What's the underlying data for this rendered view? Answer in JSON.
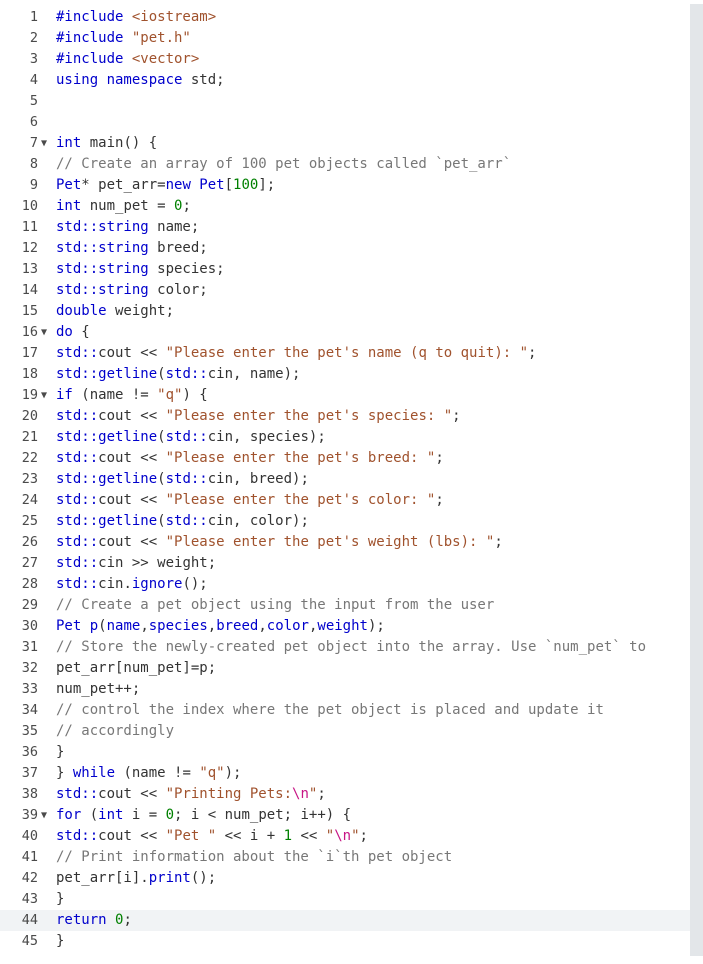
{
  "editor": {
    "active_line": 44,
    "lines": [
      {
        "n": "1",
        "fold": false,
        "tokens": [
          {
            "t": "pp",
            "v": "#include "
          },
          {
            "t": "str",
            "v": "<iostream>"
          }
        ]
      },
      {
        "n": "2",
        "fold": false,
        "tokens": [
          {
            "t": "pp",
            "v": "#include "
          },
          {
            "t": "str",
            "v": "\"pet.h\""
          }
        ]
      },
      {
        "n": "3",
        "fold": false,
        "tokens": [
          {
            "t": "pp",
            "v": "#include "
          },
          {
            "t": "str",
            "v": "<vector>"
          }
        ]
      },
      {
        "n": "4",
        "fold": false,
        "tokens": [
          {
            "t": "kw",
            "v": "using namespace"
          },
          {
            "t": "p",
            "v": " std;"
          }
        ]
      },
      {
        "n": "5",
        "fold": false,
        "tokens": []
      },
      {
        "n": "6",
        "fold": false,
        "tokens": []
      },
      {
        "n": "7",
        "fold": true,
        "tokens": [
          {
            "t": "kw",
            "v": "int"
          },
          {
            "t": "p",
            "v": " main() {"
          }
        ]
      },
      {
        "n": "8",
        "fold": false,
        "tokens": [
          {
            "t": "cm",
            "v": "// Create an array of 100 pet objects called `pet_arr`"
          }
        ]
      },
      {
        "n": "9",
        "fold": false,
        "tokens": [
          {
            "t": "kw",
            "v": "Pet"
          },
          {
            "t": "p",
            "v": "* pet_arr="
          },
          {
            "t": "kw",
            "v": "new Pet"
          },
          {
            "t": "p",
            "v": "["
          },
          {
            "t": "num",
            "v": "100"
          },
          {
            "t": "p",
            "v": "];"
          }
        ]
      },
      {
        "n": "10",
        "fold": false,
        "tokens": [
          {
            "t": "kw",
            "v": "int"
          },
          {
            "t": "p",
            "v": " num_pet = "
          },
          {
            "t": "num",
            "v": "0"
          },
          {
            "t": "p",
            "v": ";"
          }
        ]
      },
      {
        "n": "11",
        "fold": false,
        "tokens": [
          {
            "t": "kw",
            "v": "std::string"
          },
          {
            "t": "p",
            "v": " name;"
          }
        ]
      },
      {
        "n": "12",
        "fold": false,
        "tokens": [
          {
            "t": "kw",
            "v": "std::string"
          },
          {
            "t": "p",
            "v": " breed;"
          }
        ]
      },
      {
        "n": "13",
        "fold": false,
        "tokens": [
          {
            "t": "kw",
            "v": "std::string"
          },
          {
            "t": "p",
            "v": " species;"
          }
        ]
      },
      {
        "n": "14",
        "fold": false,
        "tokens": [
          {
            "t": "kw",
            "v": "std::string"
          },
          {
            "t": "p",
            "v": " color;"
          }
        ]
      },
      {
        "n": "15",
        "fold": false,
        "tokens": [
          {
            "t": "kw",
            "v": "double"
          },
          {
            "t": "p",
            "v": " weight;"
          }
        ]
      },
      {
        "n": "16",
        "fold": true,
        "tokens": [
          {
            "t": "kw",
            "v": "do"
          },
          {
            "t": "p",
            "v": " {"
          }
        ]
      },
      {
        "n": "17",
        "fold": false,
        "tokens": [
          {
            "t": "kw",
            "v": "std::"
          },
          {
            "t": "p",
            "v": "cout << "
          },
          {
            "t": "str",
            "v": "\"Please enter the pet's name (q to quit): \""
          },
          {
            "t": "p",
            "v": ";"
          }
        ]
      },
      {
        "n": "18",
        "fold": false,
        "tokens": [
          {
            "t": "kw",
            "v": "std::getline"
          },
          {
            "t": "p",
            "v": "("
          },
          {
            "t": "kw",
            "v": "std::"
          },
          {
            "t": "p",
            "v": "cin, name);"
          }
        ]
      },
      {
        "n": "19",
        "fold": true,
        "tokens": [
          {
            "t": "kw",
            "v": "if"
          },
          {
            "t": "p",
            "v": " (name != "
          },
          {
            "t": "str",
            "v": "\"q\""
          },
          {
            "t": "p",
            "v": ") {"
          }
        ]
      },
      {
        "n": "20",
        "fold": false,
        "tokens": [
          {
            "t": "kw",
            "v": "std::"
          },
          {
            "t": "p",
            "v": "cout << "
          },
          {
            "t": "str",
            "v": "\"Please enter the pet's species: \""
          },
          {
            "t": "p",
            "v": ";"
          }
        ]
      },
      {
        "n": "21",
        "fold": false,
        "tokens": [
          {
            "t": "kw",
            "v": "std::getline"
          },
          {
            "t": "p",
            "v": "("
          },
          {
            "t": "kw",
            "v": "std::"
          },
          {
            "t": "p",
            "v": "cin, species);"
          }
        ]
      },
      {
        "n": "22",
        "fold": false,
        "tokens": [
          {
            "t": "kw",
            "v": "std::"
          },
          {
            "t": "p",
            "v": "cout << "
          },
          {
            "t": "str",
            "v": "\"Please enter the pet's breed: \""
          },
          {
            "t": "p",
            "v": ";"
          }
        ]
      },
      {
        "n": "23",
        "fold": false,
        "tokens": [
          {
            "t": "kw",
            "v": "std::getline"
          },
          {
            "t": "p",
            "v": "("
          },
          {
            "t": "kw",
            "v": "std::"
          },
          {
            "t": "p",
            "v": "cin, breed);"
          }
        ]
      },
      {
        "n": "24",
        "fold": false,
        "tokens": [
          {
            "t": "kw",
            "v": "std::"
          },
          {
            "t": "p",
            "v": "cout << "
          },
          {
            "t": "str",
            "v": "\"Please enter the pet's color: \""
          },
          {
            "t": "p",
            "v": ";"
          }
        ]
      },
      {
        "n": "25",
        "fold": false,
        "tokens": [
          {
            "t": "kw",
            "v": "std::getline"
          },
          {
            "t": "p",
            "v": "("
          },
          {
            "t": "kw",
            "v": "std::"
          },
          {
            "t": "p",
            "v": "cin, color);"
          }
        ]
      },
      {
        "n": "26",
        "fold": false,
        "tokens": [
          {
            "t": "kw",
            "v": "std::"
          },
          {
            "t": "p",
            "v": "cout << "
          },
          {
            "t": "str",
            "v": "\"Please enter the pet's weight (lbs): \""
          },
          {
            "t": "p",
            "v": ";"
          }
        ]
      },
      {
        "n": "27",
        "fold": false,
        "tokens": [
          {
            "t": "kw",
            "v": "std::"
          },
          {
            "t": "p",
            "v": "cin >> weight;"
          }
        ]
      },
      {
        "n": "28",
        "fold": false,
        "tokens": [
          {
            "t": "kw",
            "v": "std::"
          },
          {
            "t": "p",
            "v": "cin."
          },
          {
            "t": "kw",
            "v": "ignore"
          },
          {
            "t": "p",
            "v": "();"
          }
        ]
      },
      {
        "n": "29",
        "fold": false,
        "tokens": [
          {
            "t": "cm",
            "v": "// Create a pet object using the input from the user"
          }
        ]
      },
      {
        "n": "30",
        "fold": false,
        "tokens": [
          {
            "t": "kw",
            "v": "Pet p"
          },
          {
            "t": "p",
            "v": "("
          },
          {
            "t": "kw",
            "v": "name"
          },
          {
            "t": "p",
            "v": ","
          },
          {
            "t": "kw",
            "v": "species"
          },
          {
            "t": "p",
            "v": ","
          },
          {
            "t": "kw",
            "v": "breed"
          },
          {
            "t": "p",
            "v": ","
          },
          {
            "t": "kw",
            "v": "color"
          },
          {
            "t": "p",
            "v": ","
          },
          {
            "t": "kw",
            "v": "weight"
          },
          {
            "t": "p",
            "v": ");"
          }
        ]
      },
      {
        "n": "31",
        "fold": false,
        "tokens": [
          {
            "t": "cm",
            "v": "// Store the newly-created pet object into the array. Use `num_pet` to"
          }
        ]
      },
      {
        "n": "32",
        "fold": false,
        "tokens": [
          {
            "t": "p",
            "v": "pet_arr[num_pet]=p;"
          }
        ]
      },
      {
        "n": "33",
        "fold": false,
        "tokens": [
          {
            "t": "p",
            "v": "num_pet++;"
          }
        ]
      },
      {
        "n": "34",
        "fold": false,
        "tokens": [
          {
            "t": "cm",
            "v": "// control the index where the pet object is placed and update it"
          }
        ]
      },
      {
        "n": "35",
        "fold": false,
        "tokens": [
          {
            "t": "cm",
            "v": "// accordingly"
          }
        ]
      },
      {
        "n": "36",
        "fold": false,
        "tokens": [
          {
            "t": "p",
            "v": "}"
          }
        ]
      },
      {
        "n": "37",
        "fold": false,
        "tokens": [
          {
            "t": "p",
            "v": "} "
          },
          {
            "t": "kw",
            "v": "while"
          },
          {
            "t": "p",
            "v": " (name != "
          },
          {
            "t": "str",
            "v": "\"q\""
          },
          {
            "t": "p",
            "v": ");"
          }
        ]
      },
      {
        "n": "38",
        "fold": false,
        "tokens": [
          {
            "t": "kw",
            "v": "std::"
          },
          {
            "t": "p",
            "v": "cout << "
          },
          {
            "t": "str",
            "v": "\"Printing Pets:"
          },
          {
            "t": "esc",
            "v": "\\n"
          },
          {
            "t": "str",
            "v": "\""
          },
          {
            "t": "p",
            "v": ";"
          }
        ]
      },
      {
        "n": "39",
        "fold": true,
        "tokens": [
          {
            "t": "kw",
            "v": "for"
          },
          {
            "t": "p",
            "v": " ("
          },
          {
            "t": "kw",
            "v": "int"
          },
          {
            "t": "p",
            "v": " i = "
          },
          {
            "t": "num",
            "v": "0"
          },
          {
            "t": "p",
            "v": "; i < num_pet; i++) {"
          }
        ]
      },
      {
        "n": "40",
        "fold": false,
        "tokens": [
          {
            "t": "kw",
            "v": "std::"
          },
          {
            "t": "p",
            "v": "cout << "
          },
          {
            "t": "str",
            "v": "\"Pet \""
          },
          {
            "t": "p",
            "v": " << i + "
          },
          {
            "t": "num",
            "v": "1"
          },
          {
            "t": "p",
            "v": " << "
          },
          {
            "t": "str",
            "v": "\""
          },
          {
            "t": "esc",
            "v": "\\n"
          },
          {
            "t": "str",
            "v": "\""
          },
          {
            "t": "p",
            "v": ";"
          }
        ]
      },
      {
        "n": "41",
        "fold": false,
        "tokens": [
          {
            "t": "cm",
            "v": "// Print information about the `i`th pet object"
          }
        ]
      },
      {
        "n": "42",
        "fold": false,
        "tokens": [
          {
            "t": "p",
            "v": "pet_arr[i]."
          },
          {
            "t": "kw",
            "v": "print"
          },
          {
            "t": "p",
            "v": "();"
          }
        ]
      },
      {
        "n": "43",
        "fold": false,
        "tokens": [
          {
            "t": "p",
            "v": "}"
          }
        ]
      },
      {
        "n": "44",
        "fold": false,
        "tokens": [
          {
            "t": "kw",
            "v": "return"
          },
          {
            "t": "p",
            "v": " "
          },
          {
            "t": "num",
            "v": "0"
          },
          {
            "t": "p",
            "v": ";"
          }
        ]
      },
      {
        "n": "45",
        "fold": false,
        "tokens": [
          {
            "t": "p",
            "v": "}"
          }
        ]
      }
    ],
    "fold_icon": "▼",
    "colors": {
      "keyword": "#0000cc",
      "string": "#a0522d",
      "number": "#008000",
      "comment": "#777777",
      "escape": "#c71585",
      "plain": "#333333",
      "active_line_bg": "#f1f3f5",
      "scrollbar": "#e3e6e9"
    }
  }
}
